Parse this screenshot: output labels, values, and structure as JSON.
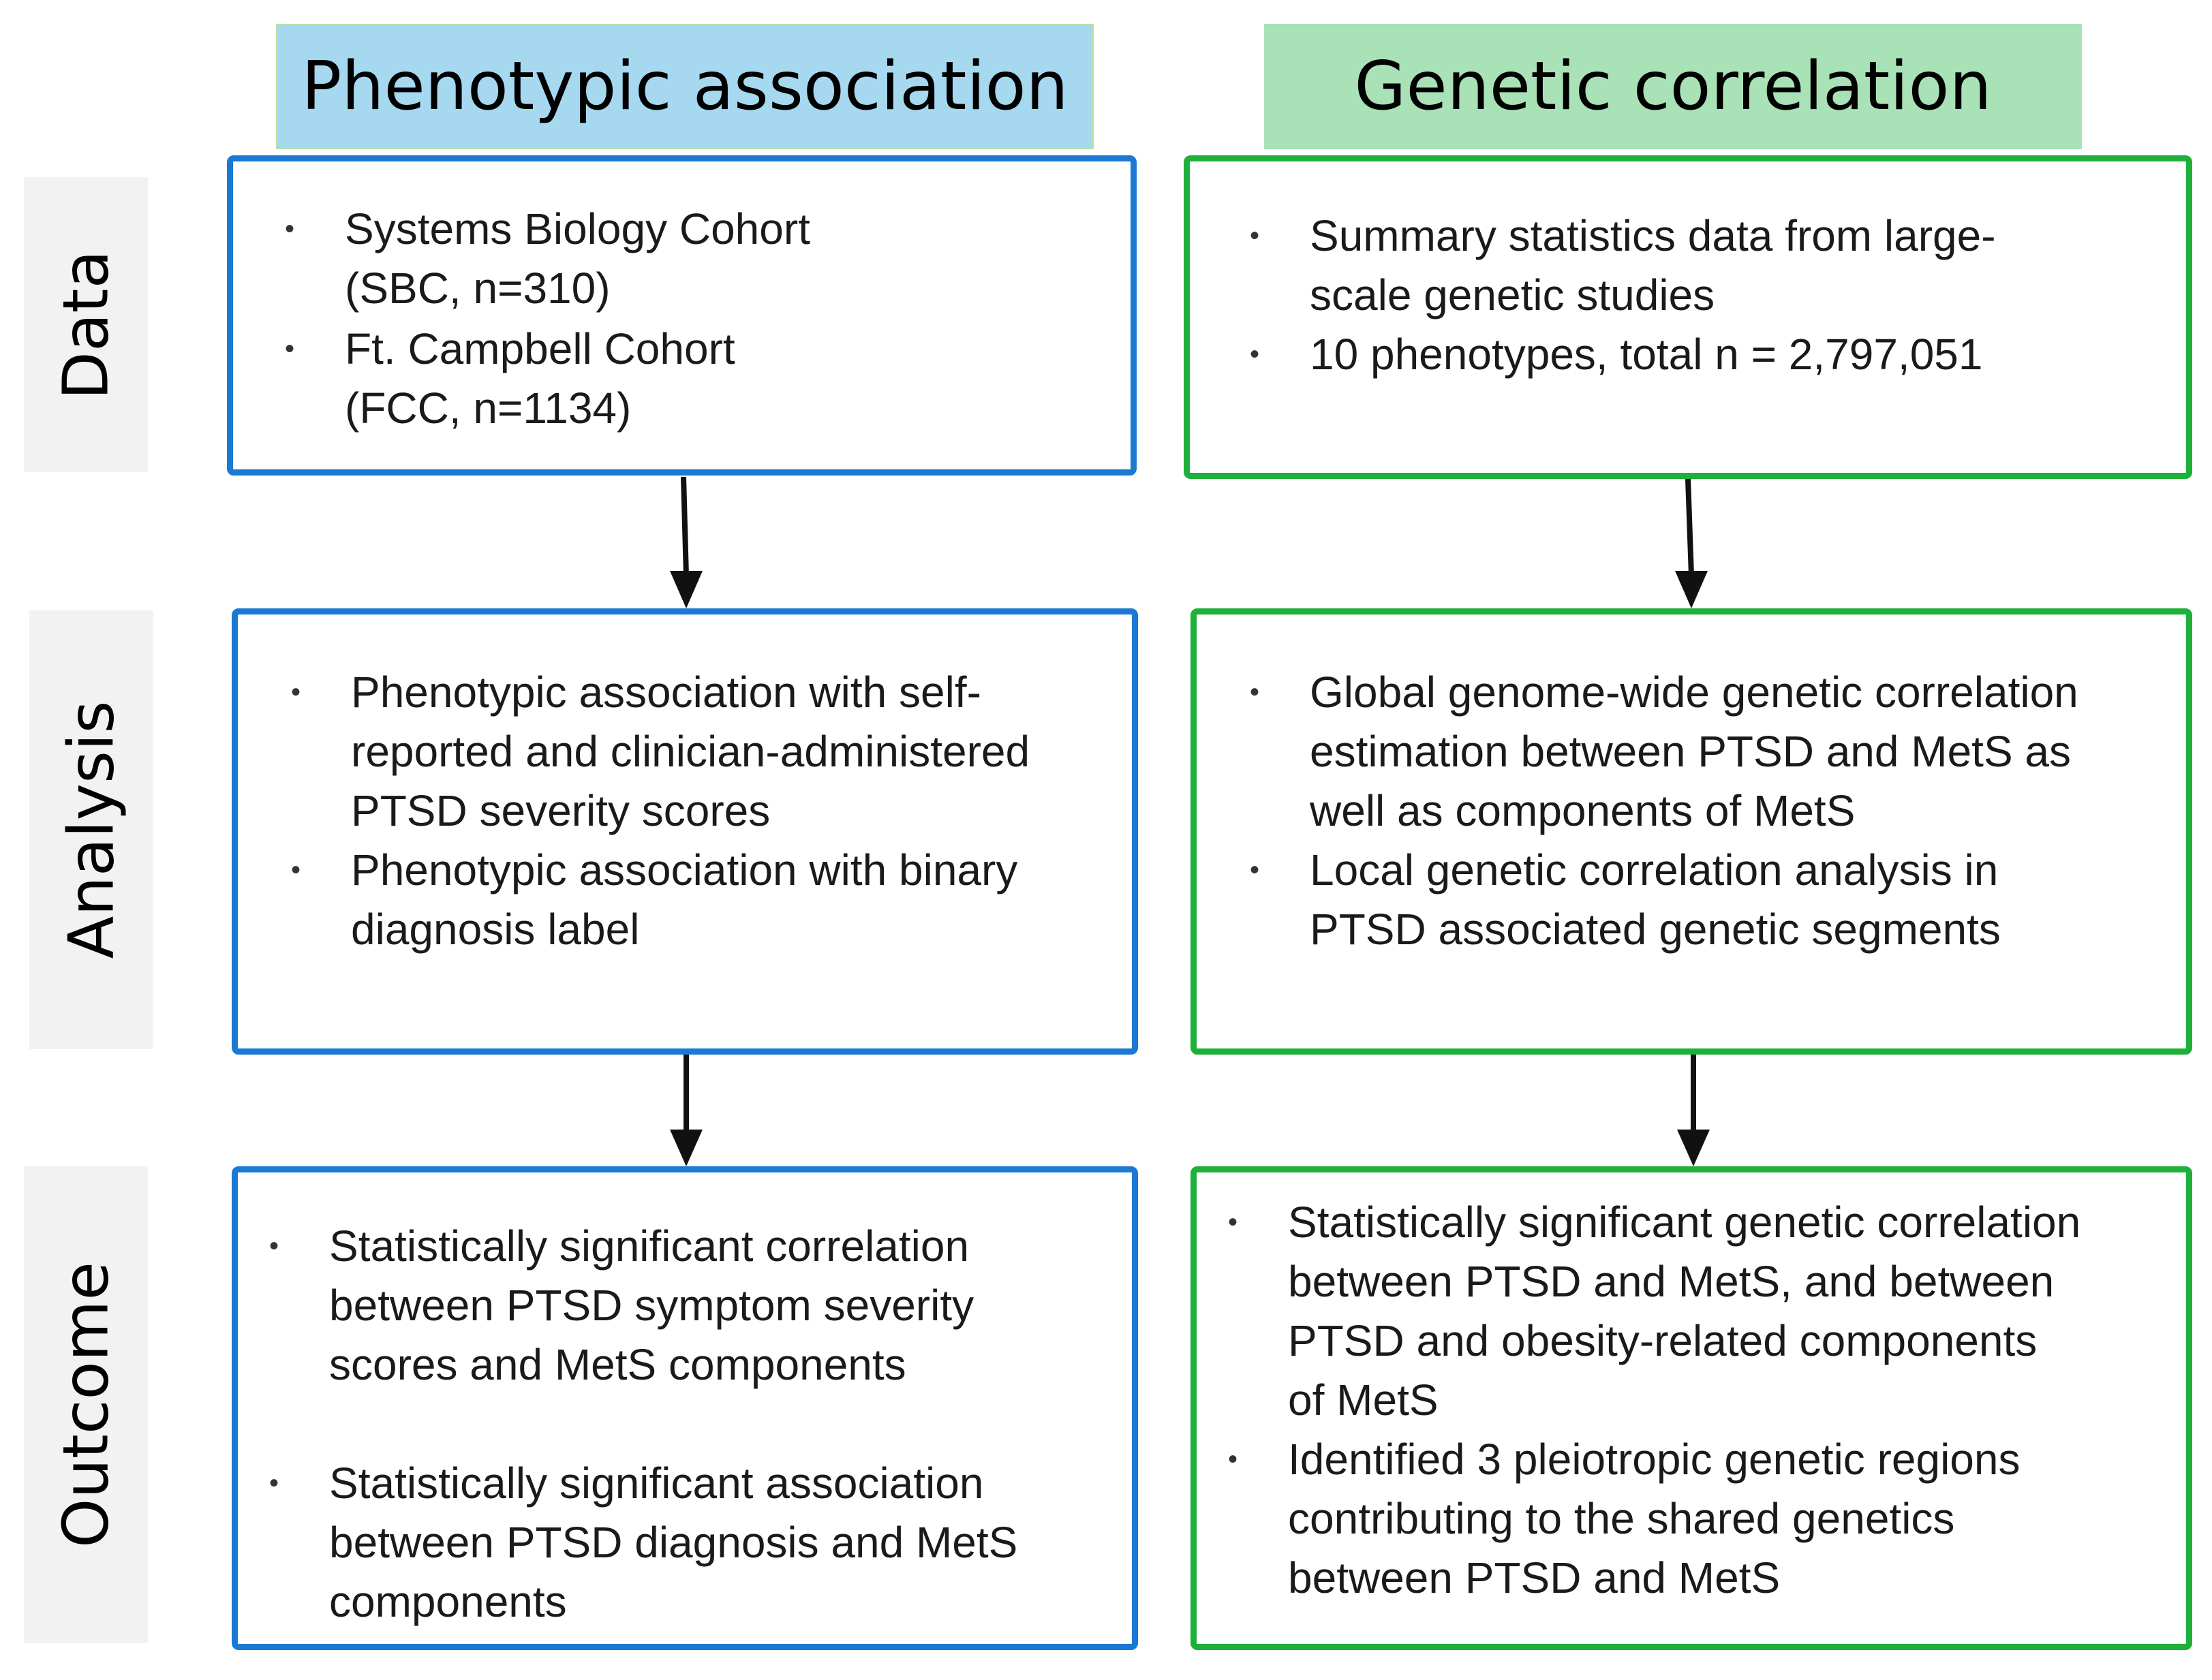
{
  "columns": {
    "left": {
      "title": "Phenotypic association"
    },
    "right": {
      "title": "Genetic correlation"
    }
  },
  "rows": {
    "data": "Data",
    "analysis": "Analysis",
    "outcome": "Outcome"
  },
  "boxes": {
    "left_data": [
      "Systems Biology Cohort\n(SBC, n=310)",
      "Ft. Campbell Cohort\n(FCC, n=1134)"
    ],
    "right_data": [
      "Summary statistics data from large-\nscale genetic studies",
      "10 phenotypes, total n = 2,797,051"
    ],
    "left_analysis": [
      "Phenotypic association with self-\nreported and clinician-administered\nPTSD severity scores",
      "Phenotypic association with binary\ndiagnosis label"
    ],
    "right_analysis": [
      "Global genome-wide genetic correlation\nestimation between PTSD and MetS as\nwell as components of MetS",
      "Local genetic correlation analysis in\nPTSD associated genetic segments"
    ],
    "left_outcome": [
      "Statistically significant correlation\nbetween PTSD symptom severity\nscores and MetS components",
      "Statistically significant association\nbetween PTSD diagnosis and MetS\ncomponents"
    ],
    "right_outcome": [
      "Statistically significant genetic correlation\nbetween PTSD and MetS, and between\nPTSD and obesity-related components\nof MetS",
      "Identified 3 pleiotropic genetic regions\ncontributing to the shared genetics\nbetween PTSD and MetS"
    ]
  },
  "colors": {
    "left_border": "#1c79d2",
    "right_border": "#1fb03a",
    "left_header": "#a6d8f0",
    "right_header": "#a8e2b6"
  }
}
